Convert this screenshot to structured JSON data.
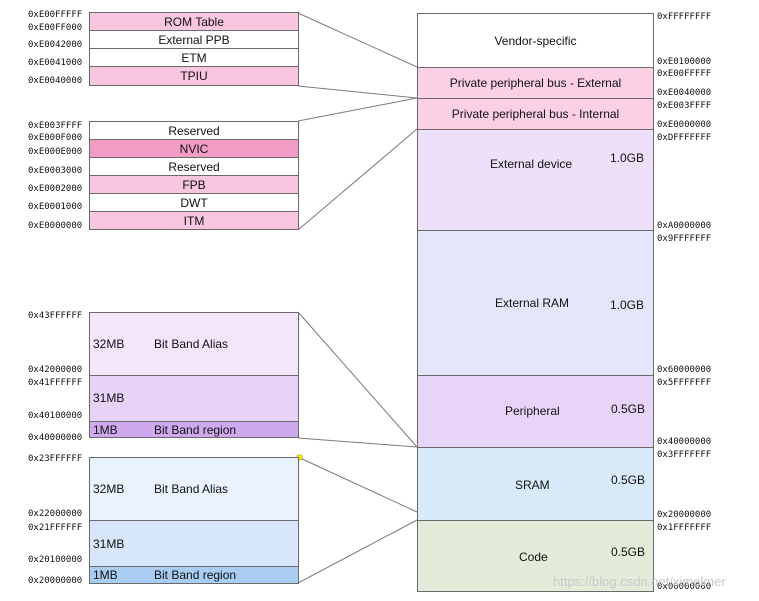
{
  "main_map": {
    "regions": [
      {
        "key": "vendor",
        "label": "Vendor-specific",
        "size": "",
        "color": "#ffffff",
        "top": "0xFFFFFFFF",
        "bottom": "0xE0100000"
      },
      {
        "key": "ppb_ext",
        "label": "Private peripheral bus - External",
        "size": "",
        "color": "#fbd0e4",
        "top": "0xE00FFFFF",
        "bottom": "0xE0040000"
      },
      {
        "key": "ppb_int",
        "label": "Private peripheral bus - Internal",
        "size": "",
        "color": "#fbd0e4",
        "top": "0xE003FFFF",
        "bottom": "0xE0000000"
      },
      {
        "key": "ext_device",
        "label": "External device",
        "size": "1.0GB",
        "color": "#eedffb",
        "top": "0xDFFFFFFF",
        "bottom": "0xA0000000"
      },
      {
        "key": "ext_ram",
        "label": "External RAM",
        "size": "1.0GB",
        "color": "#e4e6fb",
        "top": "0x9FFFFFFF",
        "bottom": "0x60000000"
      },
      {
        "key": "peripheral",
        "label": "Peripheral",
        "size": "0.5GB",
        "color": "#e8d4f8",
        "top": "0x5FFFFFFF",
        "bottom": "0x40000000"
      },
      {
        "key": "sram",
        "label": "SRAM",
        "size": "0.5GB",
        "color": "#d9eafb",
        "top": "0x3FFFFFFF",
        "bottom": "0x20000000"
      },
      {
        "key": "code",
        "label": "Code",
        "size": "0.5GB",
        "color": "#e3ecd8",
        "top": "0x1FFFFFFF",
        "bottom": "0x00000000"
      }
    ]
  },
  "ppb_external": {
    "rows": [
      {
        "label": "ROM Table",
        "color": "#f9c6df",
        "addr": "0xE00FFFFF"
      },
      {
        "label": "External PPB",
        "color": "#ffffff",
        "addr": "0xE00FF000"
      },
      {
        "label": "ETM",
        "color": "#ffffff",
        "addr": "0xE0042000"
      },
      {
        "label": "TPIU",
        "color": "#f9c6df",
        "addr": "0xE0041000"
      }
    ],
    "bottom_addr": "0xE0040000"
  },
  "ppb_internal": {
    "rows": [
      {
        "label": "Reserved",
        "color": "#ffffff",
        "addr": "0xE003FFFF"
      },
      {
        "label": "NVIC",
        "color": "#f29cc6",
        "addr": "0xE000F000"
      },
      {
        "label": "Reserved",
        "color": "#ffffff",
        "addr": "0xE000E000"
      },
      {
        "label": "FPB",
        "color": "#f9c6df",
        "addr": "0xE0003000"
      },
      {
        "label": "DWT",
        "color": "#ffffff",
        "addr": "0xE0002000"
      },
      {
        "label": "ITM",
        "color": "#f9c6df",
        "addr": "0xE0001000"
      }
    ],
    "bottom_addr": "0xE0000000"
  },
  "periph_bitband": {
    "alias": {
      "size": "32MB",
      "label": "Bit Band Alias",
      "color": "#f3e6fb"
    },
    "gap": {
      "size": "31MB",
      "color": "#e6d3f7"
    },
    "region": {
      "size": "1MB",
      "label": "Bit Band region",
      "color": "#cfa9ee"
    },
    "addrs": [
      "0x43FFFFFF",
      "0x42000000",
      "0x41FFFFFF",
      "0x40100000",
      "0x40000000"
    ]
  },
  "sram_bitband": {
    "alias": {
      "size": "32MB",
      "label": "Bit Band Alias",
      "color": "#e9f2fd"
    },
    "gap": {
      "size": "31MB",
      "color": "#d7e6fb"
    },
    "region": {
      "size": "1MB",
      "label": "Bit Band region",
      "color": "#a9cdf3"
    },
    "addrs": [
      "0x23FFFFFF",
      "0x22000000",
      "0x21FFFFFF",
      "0x20100000",
      "0x20000000"
    ]
  },
  "watermark": "https://blog.csdn.net/ximelmer"
}
